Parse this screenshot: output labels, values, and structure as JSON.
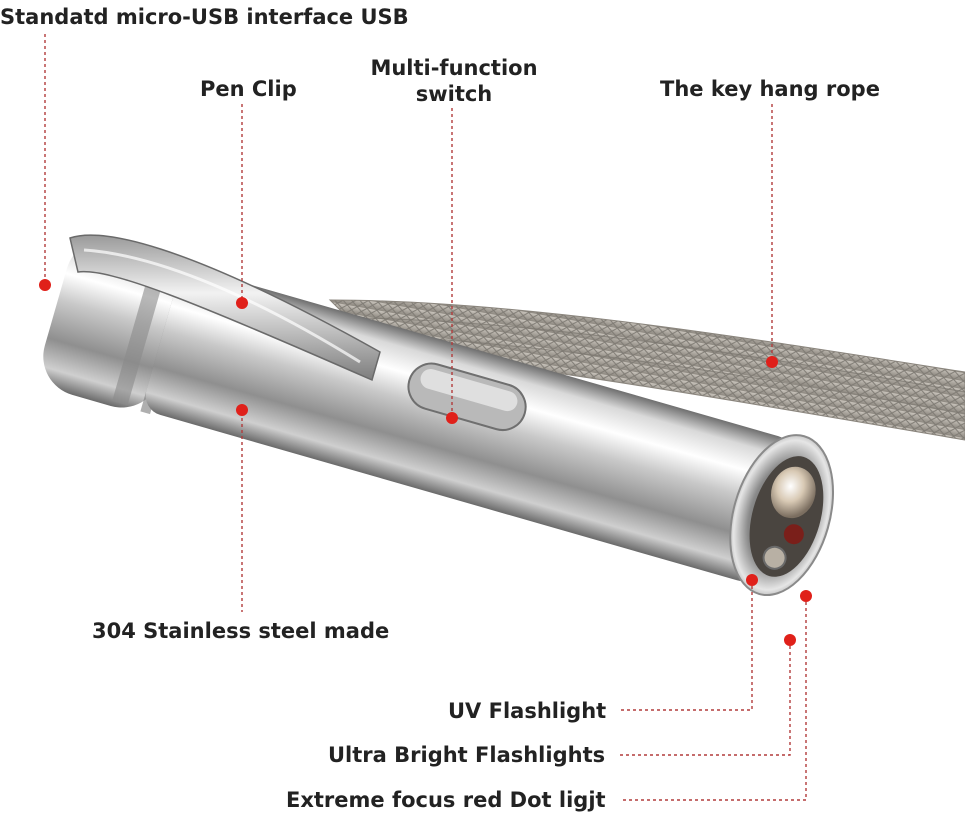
{
  "callouts": {
    "usb": "Standatd micro-USB interface USB",
    "pen_clip": "Pen Clip",
    "switch_line1": "Multi-function",
    "switch_line2": "switch",
    "rope": "The key hang rope",
    "steel": "304 Stainless steel made",
    "uv": "UV Flashlight",
    "bright": "Ultra Bright Flashlights",
    "red_dot": "Extreme focus red Dot ligjt"
  },
  "colors": {
    "marker": "#e0201a",
    "leader": "#b23b3b",
    "text": "#222222"
  }
}
